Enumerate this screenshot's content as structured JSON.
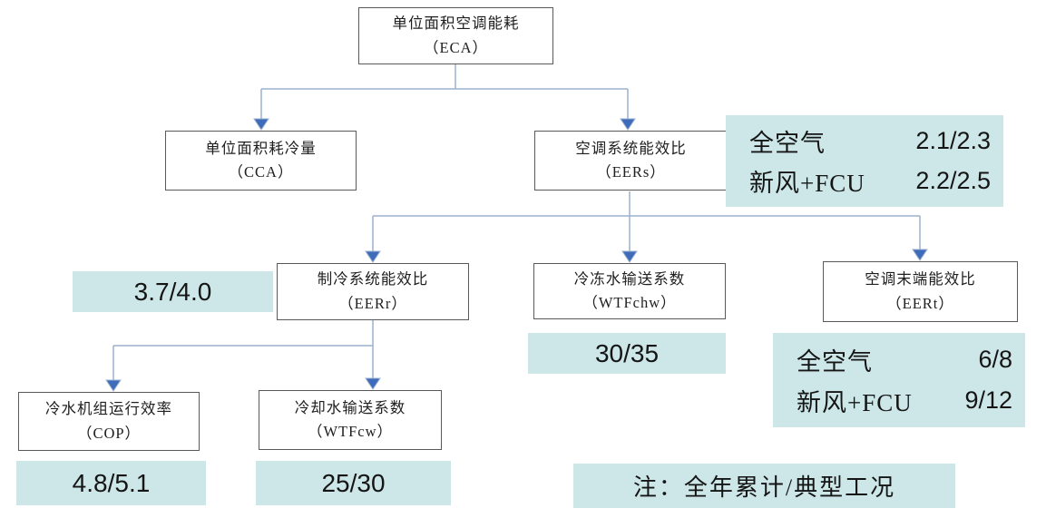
{
  "diagram": {
    "nodes": {
      "eca": {
        "name": "单位面积空调能耗",
        "abbr": "（ECA）"
      },
      "cca": {
        "name": "单位面积耗冷量",
        "abbr": "（CCA）"
      },
      "eers": {
        "name": "空调系统能效比",
        "abbr": "（EERs）"
      },
      "eerr": {
        "name": "制冷系统能效比",
        "abbr": "（EERr）"
      },
      "wtfchw": {
        "name": "冷冻水输送系数",
        "abbr": "（WTFchw）"
      },
      "eert": {
        "name": "空调末端能效比",
        "abbr": "（EERt）"
      },
      "cop": {
        "name": "冷水机组运行效率",
        "abbr": "（COP）"
      },
      "wtfcw": {
        "name": "冷却水输送系数",
        "abbr": "（WTFcw）"
      }
    },
    "values": {
      "eers": {
        "all_air_label": "全空气",
        "all_air_value": "2.1/2.3",
        "fcu_label": "新风+FCU",
        "fcu_value": "2.2/2.5"
      },
      "eerr": "3.7/4.0",
      "wtfchw": "30/35",
      "eert": {
        "all_air_label": "全空气",
        "all_air_value": "6/8",
        "fcu_label": "新风+FCU",
        "fcu_value": "9/12"
      },
      "cop": "4.8/5.1",
      "wtfcw": "25/30"
    },
    "note": "注：全年累计/典型工况",
    "colors": {
      "highlight": "#cde7e9",
      "arrow": "#3f6cba",
      "connector": "#9ab1cf",
      "box_border": "#595959"
    }
  }
}
